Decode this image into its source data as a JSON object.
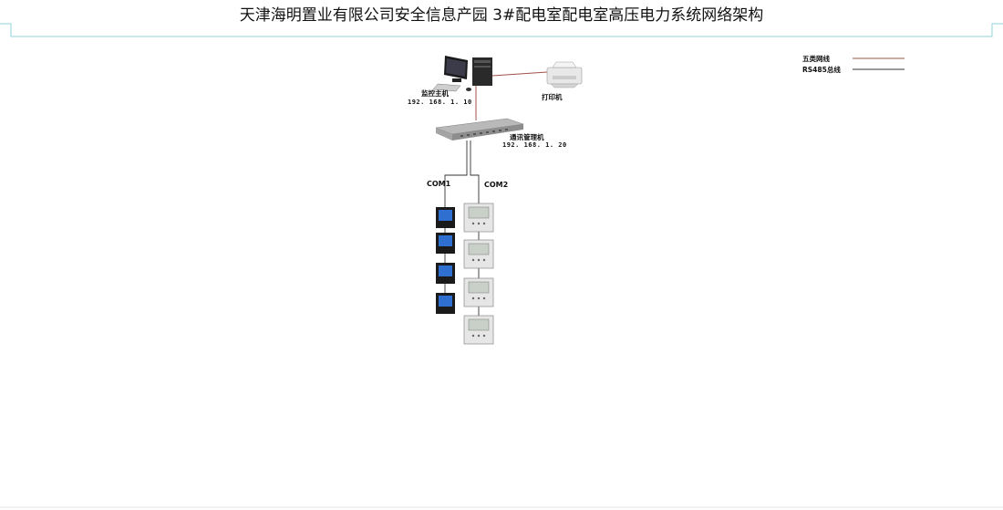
{
  "title": "天津海明置业有限公司安全信息产园 3#配电室配电室高压电力系统网络架构",
  "legend": [
    {
      "label": "五类网线",
      "color": "#a0504a"
    },
    {
      "label": "RS485总线",
      "color": "#333333"
    }
  ],
  "nodes": {
    "host": {
      "label": "监控主机",
      "ip": "192. 168. 1. 10"
    },
    "printer": {
      "label": "打印机"
    },
    "gateway": {
      "label": "通讯管理机",
      "ip": "192. 168. 1. 20"
    },
    "com1": {
      "label": "COM1",
      "device_count": 4
    },
    "com2": {
      "label": "COM2",
      "device_count": 4
    }
  },
  "colors": {
    "frame": "#8fd3dc",
    "ethernet": "#a0504a",
    "bus": "#333333"
  }
}
